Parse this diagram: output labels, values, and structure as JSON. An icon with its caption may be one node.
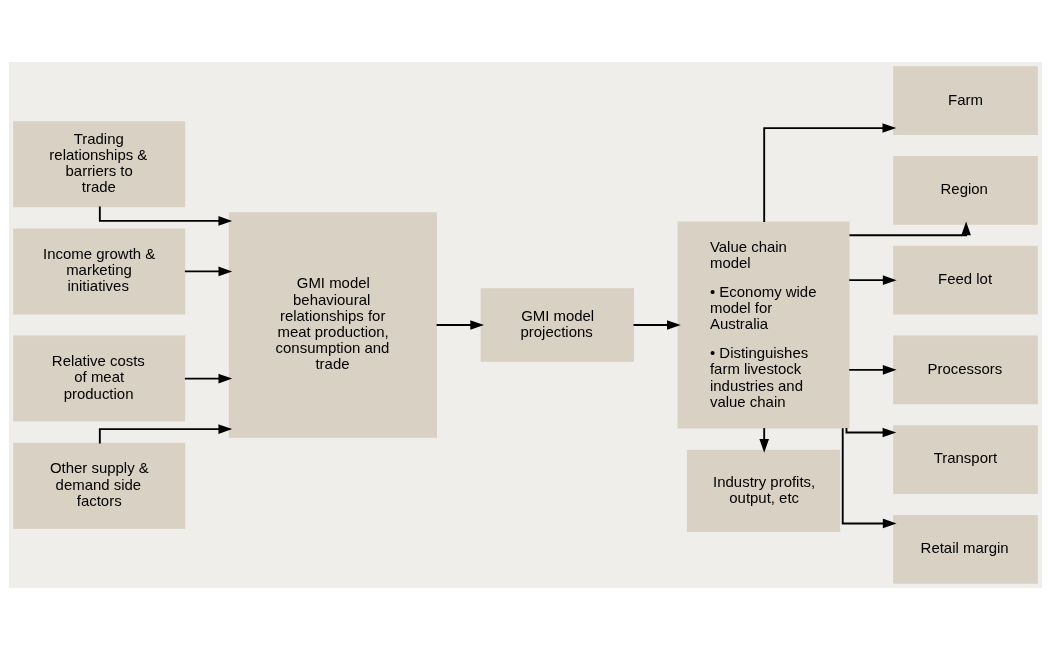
{
  "diagram": {
    "nodes": [
      {
        "text": [
          "Trading relationships & barriers to trade"
        ]
      },
      {
        "text": [
          "Income growth & marketing initiatives"
        ]
      },
      {
        "text": [
          "Relative costs of meat production"
        ]
      },
      {
        "text": [
          "Other supply & demand side factors"
        ]
      },
      {
        "text": [
          "GMI model behavioural relationships for meat production, consumption and trade"
        ]
      },
      {
        "text": [
          "GMI model projections"
        ]
      },
      {
        "text": [
          "Value chain model",
          "• Economy wide model for Australia",
          "• Distinguishes farm livestock industries and value chain"
        ]
      },
      {
        "text": [
          "Industry profits, output, etc"
        ]
      },
      {
        "text": [
          "Farm"
        ]
      },
      {
        "text": [
          "Region"
        ]
      },
      {
        "text": [
          "Feed lot"
        ]
      },
      {
        "text": [
          "Processors"
        ]
      },
      {
        "text": [
          "Transport"
        ]
      },
      {
        "text": [
          "Retail margin"
        ]
      }
    ],
    "edges": [
      {
        "from": 0,
        "to": 4,
        "arrow": "to"
      },
      {
        "from": 1,
        "to": 4,
        "arrow": "to"
      },
      {
        "from": 2,
        "to": 4,
        "arrow": "to"
      },
      {
        "from": 3,
        "to": 4,
        "arrow": "to"
      },
      {
        "from": 4,
        "to": 5,
        "arrow": "to"
      },
      {
        "from": 5,
        "to": 6,
        "arrow": "to"
      },
      {
        "from": 6,
        "to": 7,
        "arrow": "to"
      },
      {
        "from": 6,
        "to": 8,
        "arrow": "to"
      },
      {
        "from": 6,
        "to": 9,
        "arrow": "to"
      },
      {
        "from": 6,
        "to": 10,
        "arrow": "to"
      },
      {
        "from": 6,
        "to": 11,
        "arrow": "to"
      },
      {
        "from": 6,
        "to": 12,
        "arrow": "to"
      },
      {
        "from": 6,
        "to": 13,
        "arrow": "to"
      }
    ]
  }
}
